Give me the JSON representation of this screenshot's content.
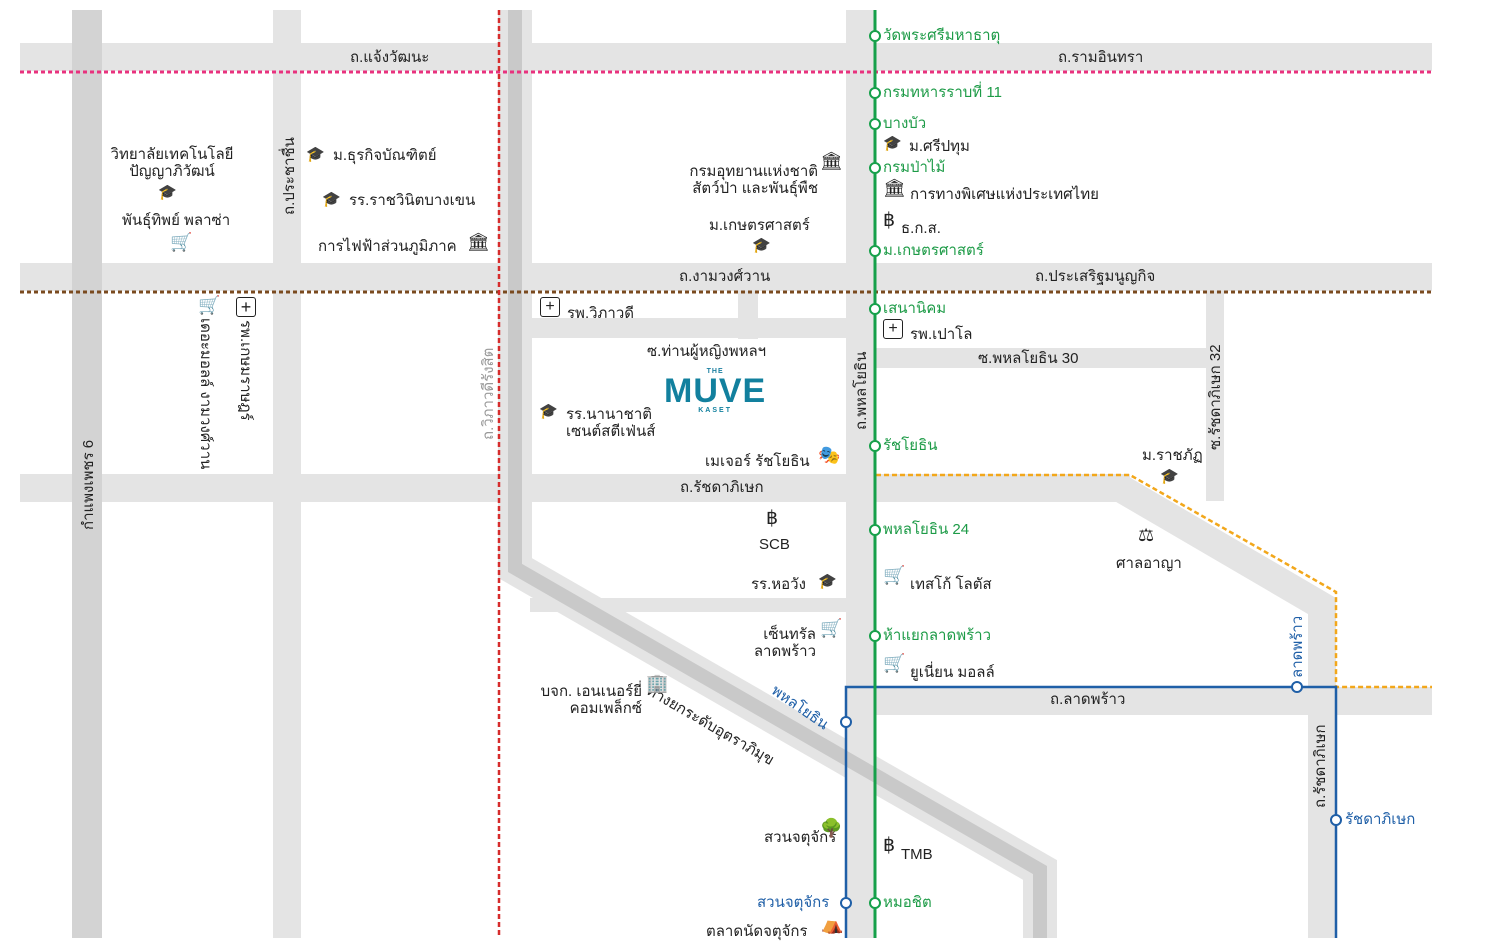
{
  "colors": {
    "road": "#e4e4e4",
    "expressway": "#c9c9c9",
    "green_line": "#16a04a",
    "blue_line": "#1f5fa7",
    "pink_line": "#e8327e",
    "red_line": "#d62c2c",
    "brown_line": "#7a4a1f",
    "yellow_line": "#f2a71b"
  },
  "logo": {
    "top": "THE",
    "main": "MUVE",
    "sub": "KASET"
  },
  "roads": {
    "chaeng_watthana": "ถ.แจ้งวัฒนะ",
    "ram_inthra": "ถ.รามอินทรา",
    "ngam_wong_wan": "ถ.งามวงศ์วาน",
    "prasert": "ถ.ประเสริฐมนูญกิจ",
    "vibhavadi": "ถ.วิภาวดีรังสิต",
    "phahonyothin": "ถ.พหลโยธิน",
    "ratchadaphisek": "ถ.รัชดาภิเษก",
    "ratchadaphisek_right": "ถ.รัชดาภิเษก",
    "lat_phrao": "ถ.ลาดพร้าว",
    "pracha_chuen": "ถ.ประชาชื่น",
    "kamphaeng_phet": "กำแพงเพชร 6",
    "soi_phahon30": "ซ.พหลโยธิน 30",
    "soi_ratchada32": "ซ.รัชดาภิเษก 32",
    "soi_tan_phuying": "ซ.ท่านผู้หญิงพหลฯ",
    "expressway": "ทางยกระดับอุตราภิมุข"
  },
  "green_stations": [
    "วัดพระศรีมหาธาตุ",
    "กรมทหารราบที่ 11",
    "บางบัว",
    "กรมป่าไม้",
    "ม.เกษตรศาสตร์",
    "เสนานิคม",
    "รัชโยธิน",
    "พหลโยธิน 24",
    "ห้าแยกลาดพร้าว",
    "หมอชิต"
  ],
  "blue_stations": {
    "phahon": "พหลโยธิน",
    "lat_phrao": "ลาดพร้าว",
    "ratchada": "รัชดาภิเษก",
    "chatuchak": "สวนจตุจักร"
  },
  "places": {
    "tech_college": "วิทยาลัยเทคโนโลยีปัญญาภิวัฒน์",
    "phanthip": "พันธุ์ทิพย์ พลาซ่า",
    "dhurakij": "ม.ธุรกิจบัณฑิตย์",
    "ratwinit": "รร.ราชวินิตบางเขน",
    "pea": "การไฟฟ้าส่วนภูมิภาค",
    "dept_parks": "กรมอุทยานแห่งชาติ สัตว์ป่า และพันธุ์พืช",
    "ku": "ม.เกษตรศาสตร์",
    "sripatum": "ม.ศรีปทุม",
    "spa": "การทางพิเศษแห่งประเทศไทย",
    "baac": "ธ.ก.ส.",
    "vibhavadi_hosp": "รพ.วิภาวดี",
    "paolo_hosp": "รพ.เปาโล",
    "st_stephens": "รร.นานาชาติ เซนต์สตีเฟ่นส์",
    "major": "เมเจอร์ รัชโยธิน",
    "scb": "SCB",
    "horwang": "รร.หอวัง",
    "central": "เซ็นทรัล ลาดพร้าว",
    "energy": "บจก. เอนเนอร์ยี่ คอมเพล็กซ์",
    "tesco": "เทสโก้ โลตัส",
    "union": "ยูเนี่ยน มอลล์",
    "rajabhat": "ม.ราชภัฏ",
    "court": "ศาลอาญา",
    "chatuchak_park": "สวนจตุจักร",
    "tmb": "TMB",
    "jj_market": "ตลาดนัดจตุจักร",
    "mall_ngamwong": "เดอะมอลล์ งามวงศ์วาน",
    "kasemrad": "รพ.เกษมราษฎร์"
  }
}
